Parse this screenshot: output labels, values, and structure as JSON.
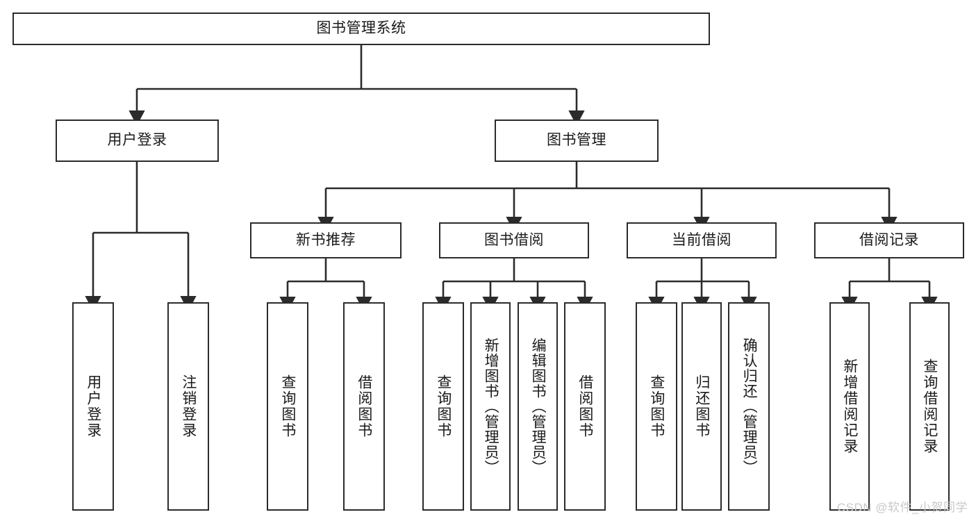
{
  "diagram": {
    "title": "图书管理系统",
    "type": "tree",
    "stroke_color": "#2b2b2b",
    "fill_color": "#ffffff",
    "text_color": "#1a1a1a"
  },
  "watermark": {
    "text": "CSDN @软件_小贺同学",
    "color": "#c9c9c9"
  },
  "nodes": {
    "root": {
      "label": "图书管理系统"
    },
    "level2": [
      {
        "label": "用户登录"
      },
      {
        "label": "图书管理"
      }
    ],
    "level3": [
      {
        "label": "新书推荐"
      },
      {
        "label": "图书借阅"
      },
      {
        "label": "当前借阅"
      },
      {
        "label": "借阅记录"
      }
    ],
    "leaves_user_login": [
      {
        "label": "用户登录"
      },
      {
        "label": "注销登录"
      }
    ],
    "leaves_new_book": [
      {
        "label": "查询图书"
      },
      {
        "label": "借阅图书"
      }
    ],
    "leaves_borrow": [
      {
        "label": "查询图书"
      },
      {
        "label": "新增图书（管理员）"
      },
      {
        "label": "编辑图书（管理员）"
      },
      {
        "label": "借阅图书"
      }
    ],
    "leaves_current": [
      {
        "label": "查询图书"
      },
      {
        "label": "归还图书"
      },
      {
        "label": "确认归还（管理员）"
      }
    ],
    "leaves_records": [
      {
        "label": "新增借阅记录"
      },
      {
        "label": "查询借阅记录"
      }
    ]
  }
}
